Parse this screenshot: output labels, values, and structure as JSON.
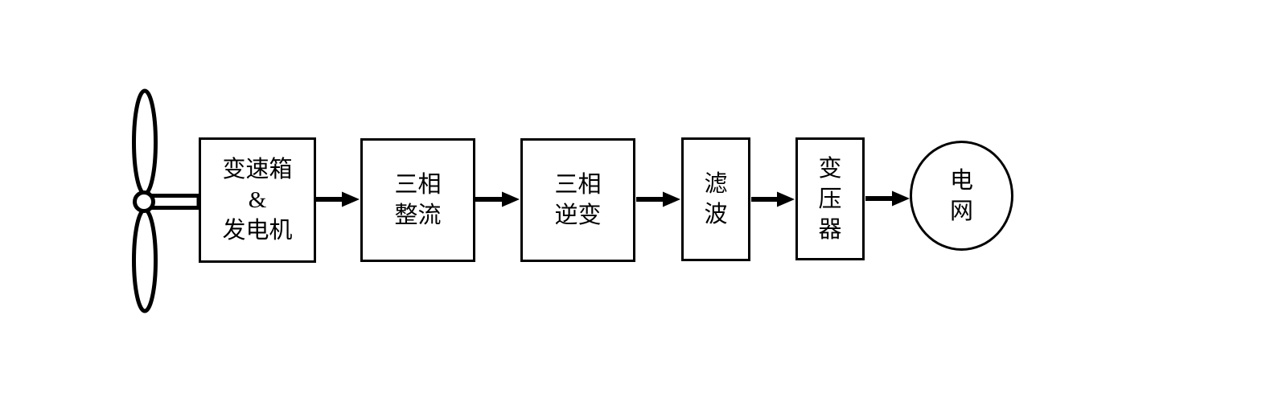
{
  "diagram": {
    "type": "flowchart",
    "direction": "left-to-right",
    "colors": {
      "background": "#ffffff",
      "stroke": "#000000",
      "text": "#000000"
    },
    "source_icon": "wind-turbine-icon",
    "nodes": [
      {
        "id": "gearbox-generator",
        "shape": "rectangle",
        "label": "变速箱\n&\n发电机"
      },
      {
        "id": "three-phase-rectifier",
        "shape": "rectangle",
        "label": "三相\n整流"
      },
      {
        "id": "three-phase-inverter",
        "shape": "rectangle",
        "label": "三相\n逆变"
      },
      {
        "id": "filter",
        "shape": "rectangle",
        "label": "滤\n波"
      },
      {
        "id": "transformer",
        "shape": "rectangle",
        "label": "变\n压\n器"
      },
      {
        "id": "power-grid",
        "shape": "circle",
        "label": "电\n网"
      }
    ],
    "connections": [
      {
        "from": "wind-turbine",
        "to": "gearbox-generator",
        "style": "shaft"
      },
      {
        "from": "gearbox-generator",
        "to": "three-phase-rectifier",
        "style": "arrow"
      },
      {
        "from": "three-phase-rectifier",
        "to": "three-phase-inverter",
        "style": "arrow"
      },
      {
        "from": "three-phase-inverter",
        "to": "filter",
        "style": "arrow"
      },
      {
        "from": "filter",
        "to": "transformer",
        "style": "arrow"
      },
      {
        "from": "transformer",
        "to": "power-grid",
        "style": "arrow"
      }
    ]
  }
}
